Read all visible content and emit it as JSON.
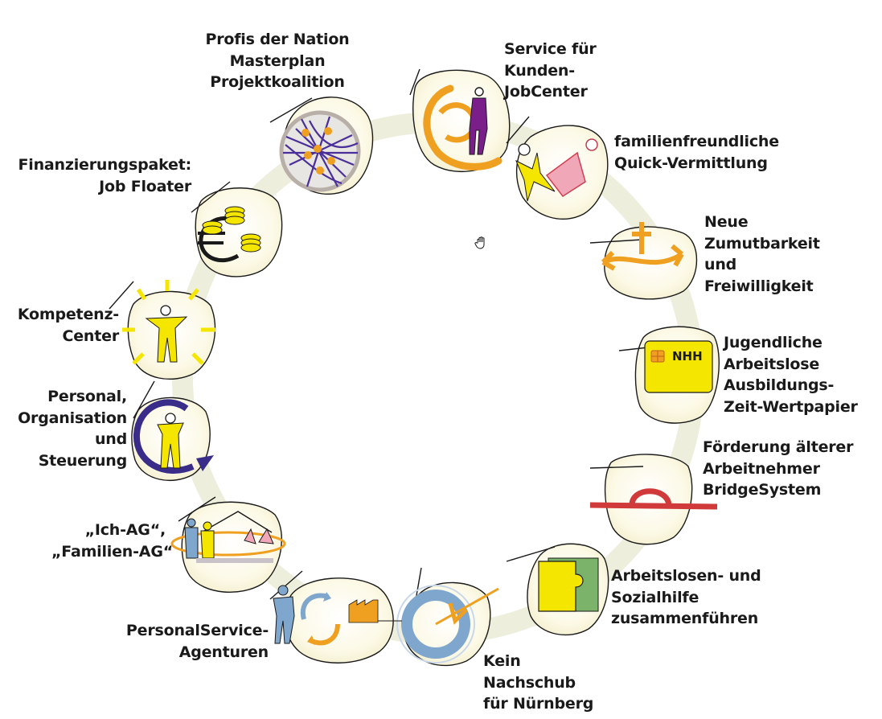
{
  "diagram": {
    "modules": [
      {
        "id": "profis",
        "label_lines": [
          "Profis der Nation",
          "Masterplan",
          "Projektkoalition"
        ],
        "icon": "network-globe-icon"
      },
      {
        "id": "service",
        "label_lines": [
          "Service für",
          "Kunden-",
          "JobCenter"
        ],
        "icon": "service-person-icon"
      },
      {
        "id": "familien-quick",
        "label_lines": [
          "familienfreundliche",
          "Quick-Vermittlung"
        ],
        "icon": "figures-diamond-icon"
      },
      {
        "id": "zumutbarkeit",
        "label_lines": [
          "Neue",
          "Zumutbarkeit",
          "und",
          "Freiwilligkeit"
        ],
        "icon": "double-arrow-icon"
      },
      {
        "id": "jugendliche",
        "label_lines": [
          "Jugendliche",
          "Arbeitslose",
          "Ausbildungs-",
          "Zeit-Wertpapier"
        ],
        "icon": "chip-card-icon",
        "card_text": "NHH"
      },
      {
        "id": "aeltere",
        "label_lines": [
          "Förderung älterer",
          "Arbeitnehmer",
          "BridgeSystem"
        ],
        "icon": "bridge-icon"
      },
      {
        "id": "sozialhilfe",
        "label_lines": [
          "Arbeitslosen- und",
          "Sozialhilfe",
          "zusammenführen"
        ],
        "icon": "puzzle-icon"
      },
      {
        "id": "nuernberg",
        "label_lines": [
          "Kein",
          "Nachschub",
          "für Nürnberg"
        ],
        "icon": "target-arrow-icon"
      },
      {
        "id": "psa",
        "label_lines": [
          "PersonalService-",
          "Agenturen"
        ],
        "icon": "person-cycle-factory-icon"
      },
      {
        "id": "ich-ag",
        "label_lines": [
          "„Ich-AG“,",
          "„Familien-AG“"
        ],
        "icon": "family-house-icon"
      },
      {
        "id": "personal-org",
        "label_lines": [
          "Personal,",
          "Organisation",
          "und",
          "Steuerung"
        ],
        "icon": "person-circle-icon"
      },
      {
        "id": "kompetenz",
        "label_lines": [
          "Kompetenz-",
          "Center"
        ],
        "icon": "radiant-person-icon"
      },
      {
        "id": "finanzierung",
        "label_lines": [
          "Finanzierungspaket:",
          "Job Floater"
        ],
        "icon": "euro-coins-icon"
      }
    ],
    "colors": {
      "ring": "#eeeedd",
      "blob_fill": "#fbf8e0",
      "yellow": "#f5e600",
      "orange": "#f0a020",
      "purple": "#7a1f8a",
      "navy": "#3a2d8a",
      "blue": "#7fa6cc",
      "red": "#d03a3a",
      "green": "#7bb36a",
      "pink": "#f0a8b8"
    }
  }
}
